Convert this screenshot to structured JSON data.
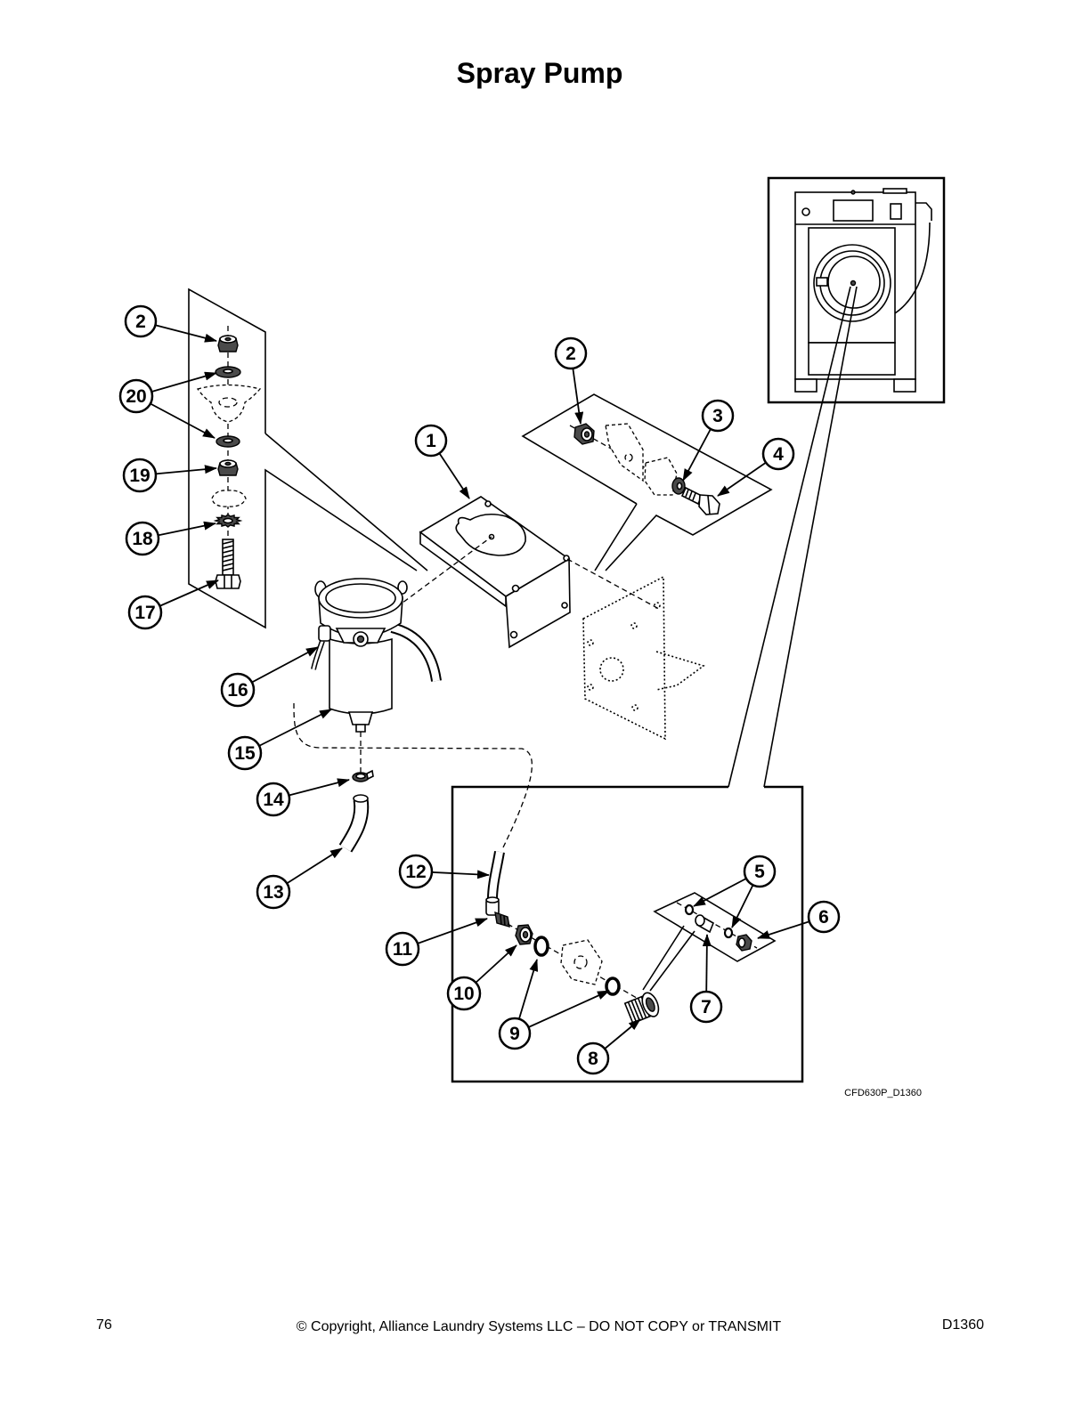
{
  "page": {
    "title": "Spray Pump",
    "drawing_code": "CFD630P_D1360",
    "page_number": "76",
    "copyright": "© Copyright, Alliance Laundry Systems LLC – DO NOT COPY or TRANSMIT",
    "doc_code": "D1360"
  },
  "callouts": [
    "2",
    "20",
    "19",
    "18",
    "17",
    "16",
    "15",
    "14",
    "13",
    "1",
    "2",
    "3",
    "4",
    "12",
    "11",
    "10",
    "9",
    "8",
    "7",
    "5",
    "6"
  ],
  "colors": {
    "ink": "#000000",
    "paper": "#ffffff"
  }
}
